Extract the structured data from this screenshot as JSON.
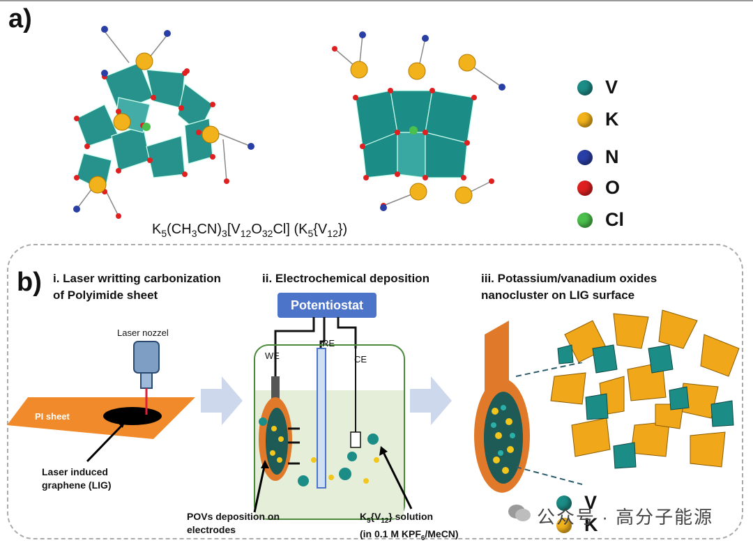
{
  "panel_a": {
    "tag": "a)",
    "legend": [
      {
        "label": "V",
        "color": "#1c8c86"
      },
      {
        "label": "K",
        "color": "#f2b21c"
      },
      {
        "label": "N",
        "color": "#2a3fa6"
      },
      {
        "label": "O",
        "color": "#e02020"
      },
      {
        "label": "Cl",
        "color": "#4cc04c"
      }
    ],
    "formula": {
      "p1": "K",
      "s1": "5",
      "p2": "(CH",
      "s2": "3",
      "p3": "CN)",
      "s3": "3",
      "p4": "[V",
      "s4": "12",
      "p5": "O",
      "s5": "32",
      "p6": "Cl] (K",
      "s6": "5",
      "p7": "{V",
      "s7": "12",
      "p8": "})"
    }
  },
  "panel_b": {
    "tag": "b)",
    "step1_line1": "i. Laser writting carbonization",
    "step1_line2": "of  Polyimide sheet",
    "step2": "ii. Electrochemical deposition",
    "step3_line1": "iii. Potassium/vanadium oxides",
    "step3_line2": "nanocluster on LIG surface",
    "laser_nozzel": "Laser nozzel",
    "pi_sheet": "PI sheet",
    "lig_line1": "Laser induced",
    "lig_line2": "graphene (LIG)",
    "potentiostat": "Potentiostat",
    "we": "WE",
    "re": "RE",
    "ce": "CE",
    "povs_line1": "POVs deposition on",
    "povs_line2": "electrodes",
    "sol": {
      "p1": "K",
      "s1": "5",
      "p2": "{V",
      "s2": "12",
      "p3": "} solution"
    },
    "sol2": {
      "p1": "(in 0.1 M KPF",
      "s1": "6",
      "p2": "/MeCN)"
    },
    "legend": [
      {
        "label": "V",
        "color": "#1c8c86"
      },
      {
        "label": "K",
        "color": "#f2b21c"
      }
    ]
  },
  "watermark": "公众号 · 高分子能源"
}
